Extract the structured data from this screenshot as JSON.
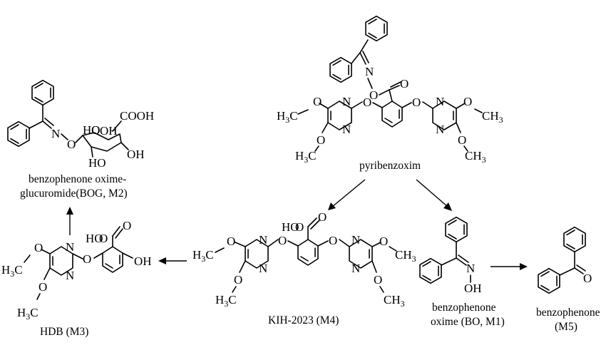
{
  "compounds": {
    "pyribenzoxim": {
      "name": "pyribenzoxim"
    },
    "bog": {
      "name_line1": "benzophenone oxime-",
      "name_line2": "glucuromide(BOG, M2)"
    },
    "hdb": {
      "name": "HDB (M3)"
    },
    "kih": {
      "name": "KIH-2023 (M4)"
    },
    "bo": {
      "name_line1": "benzophenone",
      "name_line2": "oxime (BO, M1)"
    },
    "m5": {
      "name_line1": "benzophenone",
      "name_line2": "(M5)"
    }
  },
  "atoms": {
    "n": "N",
    "o": "O",
    "cooh": "COOH",
    "oh": "OH",
    "ho": "HO",
    "h3c": "H",
    "h3c_c": "C",
    "ch3_c": "CH",
    "sub3": "3",
    "o_left": "O",
    "oh_oxime": "OH"
  }
}
